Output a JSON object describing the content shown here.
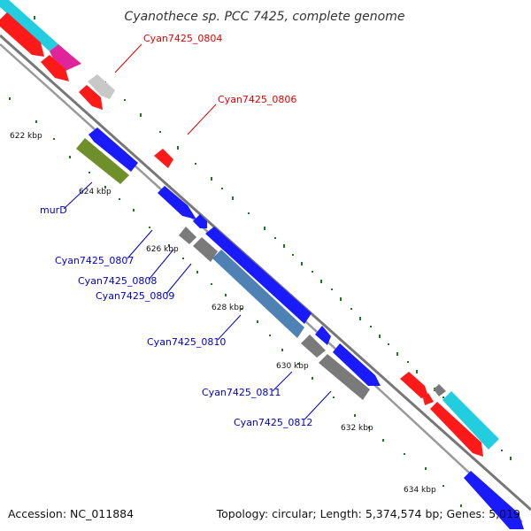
{
  "title": "Cyanothece sp. PCC 7425, complete genome",
  "footer": {
    "accession": "Accession: NC_011884",
    "summary": "Topology: circular; Length: 5,374,574 bp; Genes: 5,019"
  },
  "ticks": [
    {
      "label": "622 kbp"
    },
    {
      "label": "624 kbp"
    },
    {
      "label": "626 kbp"
    },
    {
      "label": "628 kbp"
    },
    {
      "label": "630 kbp"
    },
    {
      "label": "632 kbp"
    },
    {
      "label": "634 kbp"
    }
  ],
  "genes": [
    {
      "label": "Cyan7425_0804",
      "color": "#e00000"
    },
    {
      "label": "Cyan7425_0806",
      "color": "#e00000"
    },
    {
      "label": "murD",
      "color": "#0000c8"
    },
    {
      "label": "Cyan7425_0807",
      "color": "#0000c8"
    },
    {
      "label": "Cyan7425_0808",
      "color": "#0000c8"
    },
    {
      "label": "Cyan7425_0809",
      "color": "#0000c8"
    },
    {
      "label": "Cyan7425_0810",
      "color": "#0000c8"
    },
    {
      "label": "Cyan7425_0811",
      "color": "#0000c8"
    },
    {
      "label": "Cyan7425_0812",
      "color": "#0000c8"
    }
  ],
  "colors": {
    "cds_forward": "#ff1a1a",
    "cds_reverse": "#1a1aff",
    "gene_grey": "#7a7a7a",
    "pseudo_light": "#c8c8c8",
    "olive": "#6f8f2a",
    "steel": "#4f82b4",
    "cyan": "#22cde0",
    "magenta": "#e0259a",
    "backbone": "#888888",
    "tick_green": "#1d7a1d"
  }
}
